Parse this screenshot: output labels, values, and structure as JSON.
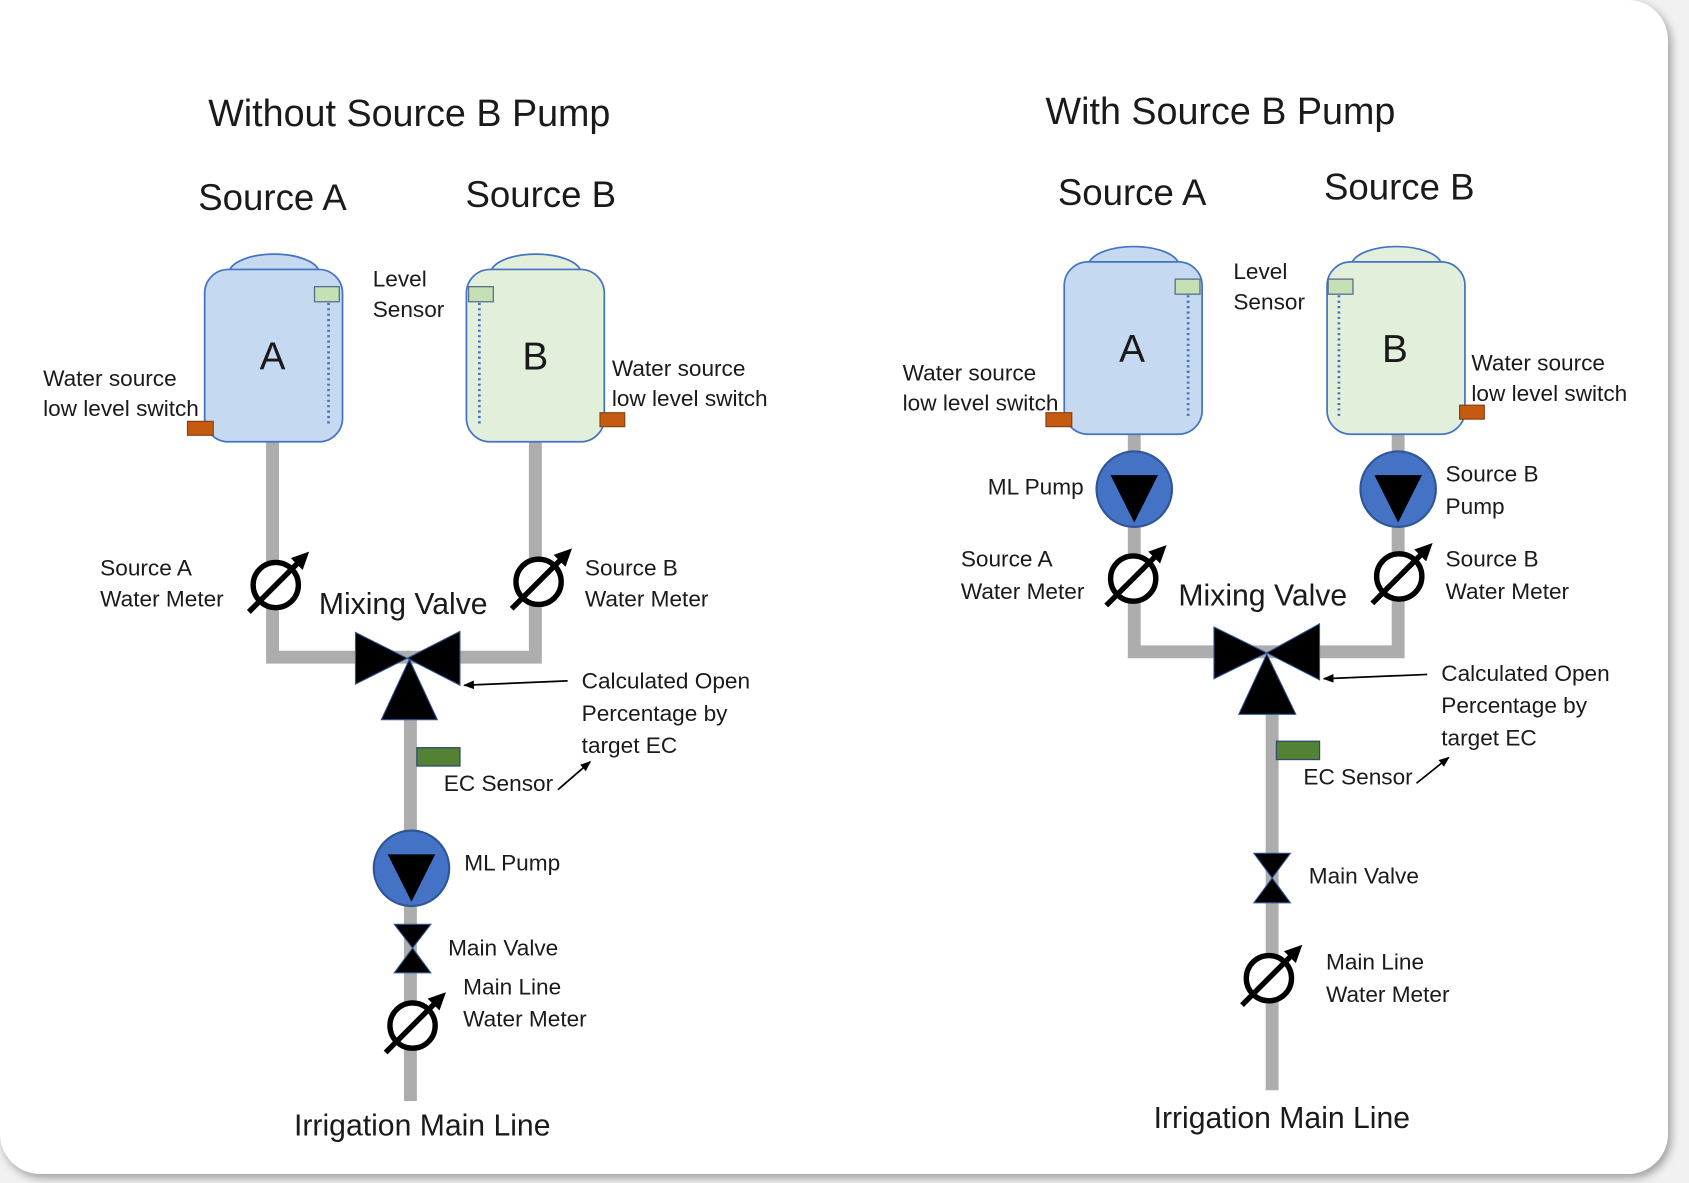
{
  "colors": {
    "tank_a_fill": "#c5d9f1",
    "tank_b_fill": "#e2efda",
    "tank_outline": "#4472c4",
    "level_sensor_fill": "#c5e0b4",
    "pump_fill": "#4472c4",
    "pipe": "#adadad",
    "low_level_switch": "#c55a11",
    "ec_sensor": "#548235"
  },
  "without_pump": {
    "title": "Without Source B Pump",
    "source_a_heading": "Source A",
    "source_b_heading": "Source B",
    "tank_a_letter": "A",
    "tank_b_letter": "B",
    "level_sensor": {
      "line1": "Level",
      "line2": "Sensor"
    },
    "tank_a_low_level_switch": {
      "line1": "Water source",
      "line2": "low level switch"
    },
    "tank_b_low_level_switch": {
      "line1": "Water source",
      "line2": "low level switch"
    },
    "source_a_water_meter": {
      "line1": "Source A",
      "line2": "Water Meter"
    },
    "source_b_water_meter": {
      "line1": "Source B",
      "line2": "Water Meter"
    },
    "mixing_valve": "Mixing Valve",
    "valve_note": {
      "line1": "Calculated Open",
      "line2": "Percentage by",
      "line3": "target EC"
    },
    "ec_sensor": "EC Sensor",
    "ml_pump": "ML Pump",
    "main_valve": "Main Valve",
    "main_line_water_meter": {
      "line1": "Main Line",
      "line2": "Water Meter"
    },
    "outlet": "Irrigation Main Line"
  },
  "with_pump": {
    "title": "With Source B Pump",
    "source_a_heading": "Source A",
    "source_b_heading": "Source B",
    "tank_a_letter": "A",
    "tank_b_letter": "B",
    "level_sensor": {
      "line1": "Level",
      "line2": "Sensor"
    },
    "tank_a_low_level_switch": {
      "line1": "Water source",
      "line2": "low level switch"
    },
    "tank_b_low_level_switch": {
      "line1": "Water source",
      "line2": "low level switch"
    },
    "ml_pump": "ML Pump",
    "source_b_pump": {
      "line1": "Source B",
      "line2": "Pump"
    },
    "source_a_water_meter": {
      "line1": "Source A",
      "line2": "Water Meter"
    },
    "source_b_water_meter": {
      "line1": "Source B",
      "line2": "Water Meter"
    },
    "mixing_valve": "Mixing Valve",
    "valve_note": {
      "line1": "Calculated Open",
      "line2": "Percentage by",
      "line3": "target EC"
    },
    "ec_sensor": "EC Sensor",
    "main_valve": "Main Valve",
    "main_line_water_meter": {
      "line1": "Main Line",
      "line2": "Water Meter"
    },
    "outlet": "Irrigation Main Line"
  }
}
